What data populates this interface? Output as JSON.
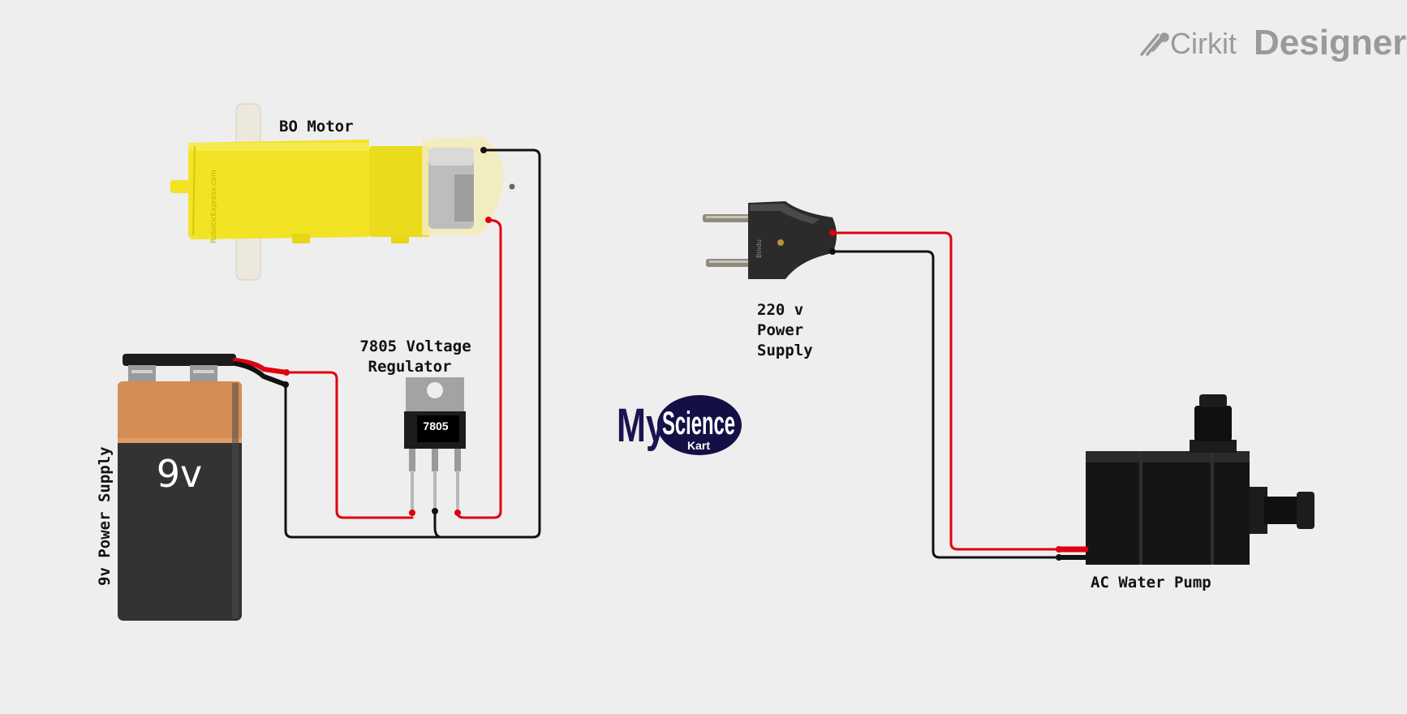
{
  "branding": {
    "cirkit": "Cirkit",
    "designer": "Designer",
    "colors": {
      "logo_gray": "#9a9a9a"
    }
  },
  "components": {
    "bo_motor": {
      "label": "BO Motor",
      "watermark": "RoboticExpress.com",
      "body_color": "#f2e325"
    },
    "battery": {
      "label": "9v Power Supply",
      "voltage_text": "9v",
      "top_color": "#d48d52",
      "body_color": "#333333"
    },
    "regulator": {
      "label_line1": "7805 Voltage",
      "label_line2": "Regulator",
      "chip_text": "7805"
    },
    "plug": {
      "label_line1": "220 v",
      "label_line2": "Power",
      "label_line3": "Supply",
      "brand_text": "Bindu"
    },
    "pump": {
      "label": "AC Water Pump"
    }
  },
  "logo": {
    "my": "My",
    "science": "Science",
    "kart": "Kart",
    "oval_color": "#141046"
  },
  "wires": {
    "positive_color": "#e0000f",
    "ground_color": "#111111"
  }
}
